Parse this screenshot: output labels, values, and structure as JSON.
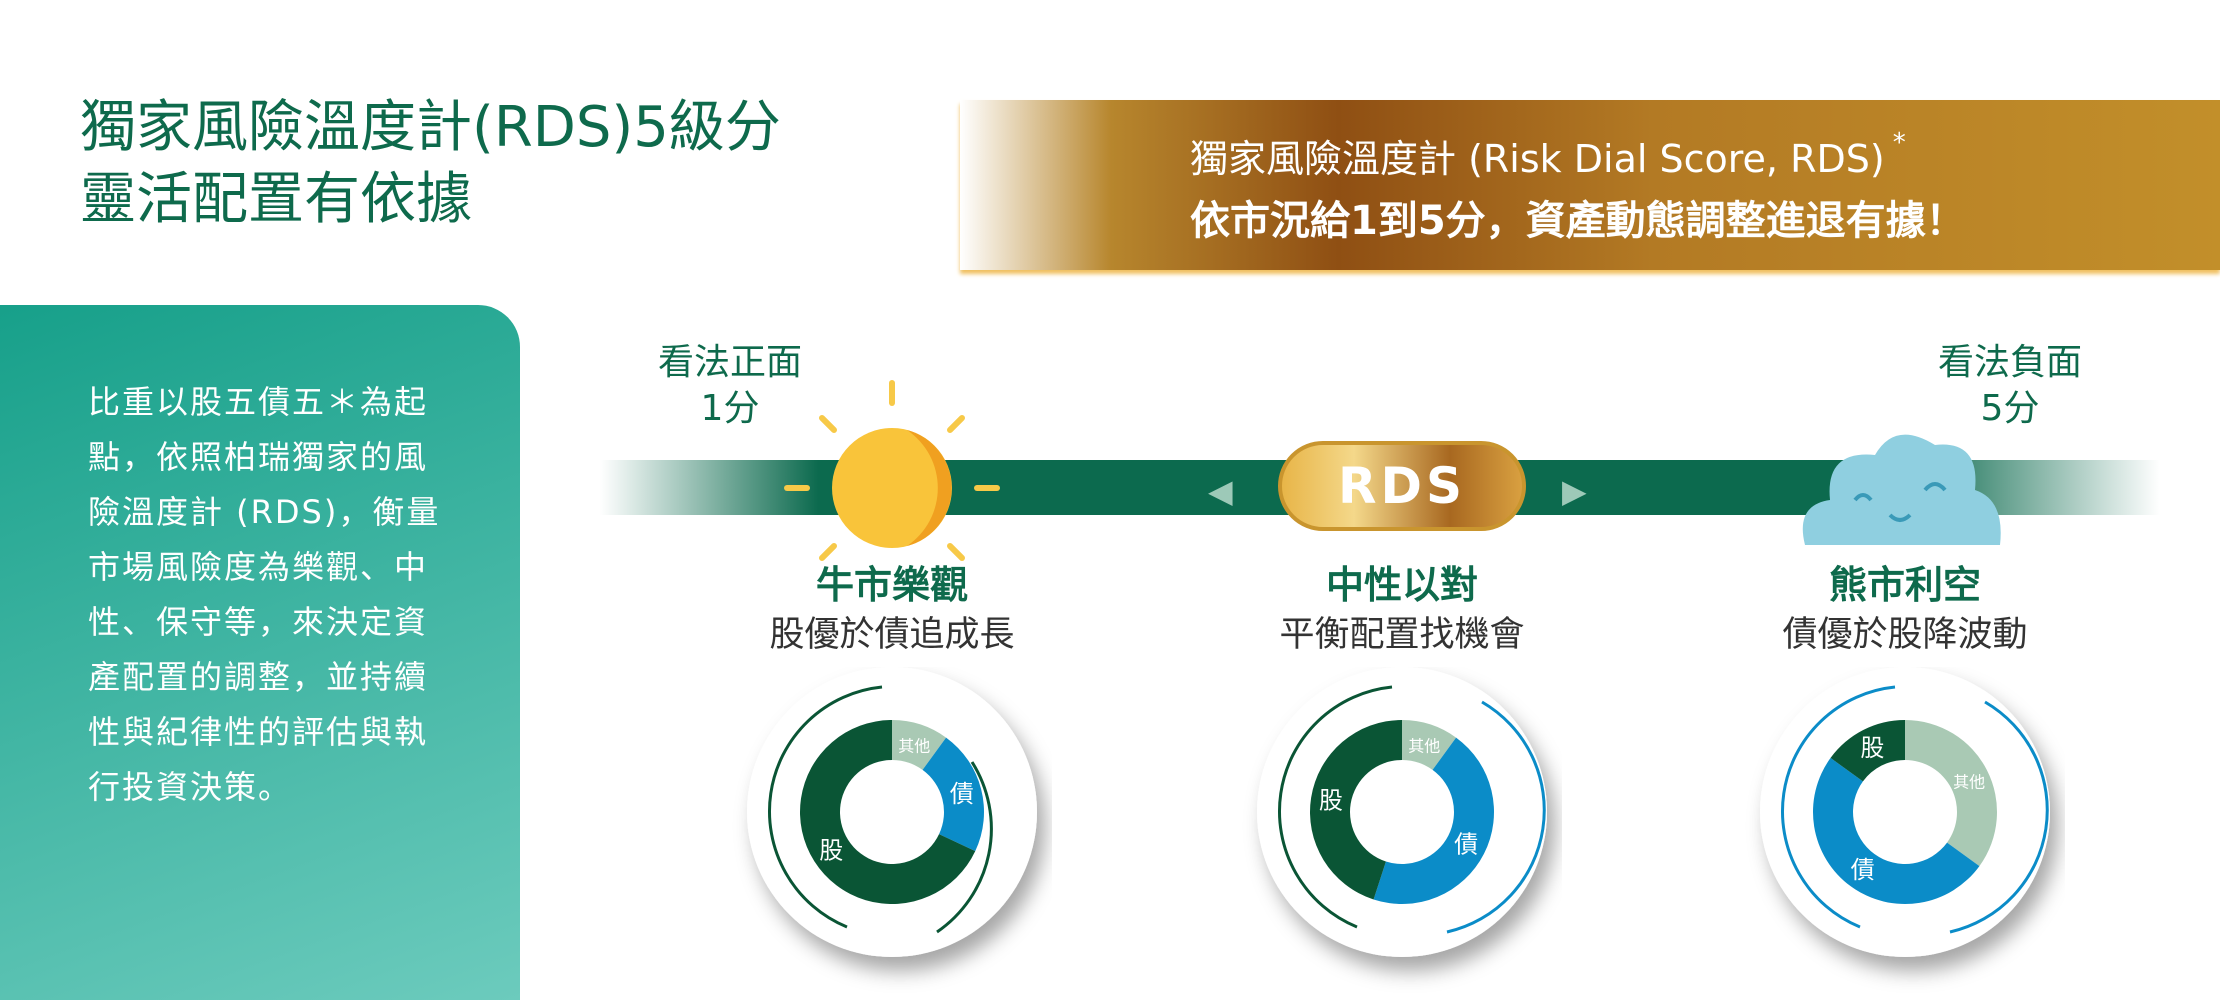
{
  "title": {
    "line1": "獨家風險溫度計(RDS)5級分",
    "line2": "靈活配置有依據"
  },
  "banner": {
    "line1": "獨家風險溫度計 (Risk Dial Score, RDS)",
    "star": "*",
    "line2": "依市況給1到5分，資產動態調整進退有據！"
  },
  "panel": {
    "lines": [
      "比重以股五債五＊為起",
      "點，依照柏瑞獨家的風",
      "險溫度計 (RDS)，衡量",
      "市場風險度為樂觀、中",
      "性、保守等，來決定資",
      "產配置的調整，並持續",
      "性與紀律性的評估與執",
      "行投資決策。"
    ]
  },
  "scale": {
    "left": "看法正面",
    "left_score": "1分",
    "right": "看法負面",
    "right_score": "5分",
    "center": "RDS"
  },
  "colors": {
    "stock": "#0a5535",
    "bond": "#0b8cc8",
    "other": "#a9c9b4"
  },
  "chart_data": {
    "type": "pie",
    "donuts": [
      {
        "title": "牛市樂觀",
        "subtitle": "股優於債追成長",
        "labels": [
          "其他",
          "債",
          "股"
        ],
        "values": [
          10,
          22,
          68
        ]
      },
      {
        "title": "中性以對",
        "subtitle": "平衡配置找機會",
        "labels": [
          "其他",
          "債",
          "股"
        ],
        "values": [
          10,
          45,
          45
        ]
      },
      {
        "title": "熊市利空",
        "subtitle": "債優於股降波動",
        "labels": [
          "其他",
          "債",
          "股"
        ],
        "values": [
          35,
          50,
          15
        ]
      }
    ]
  }
}
